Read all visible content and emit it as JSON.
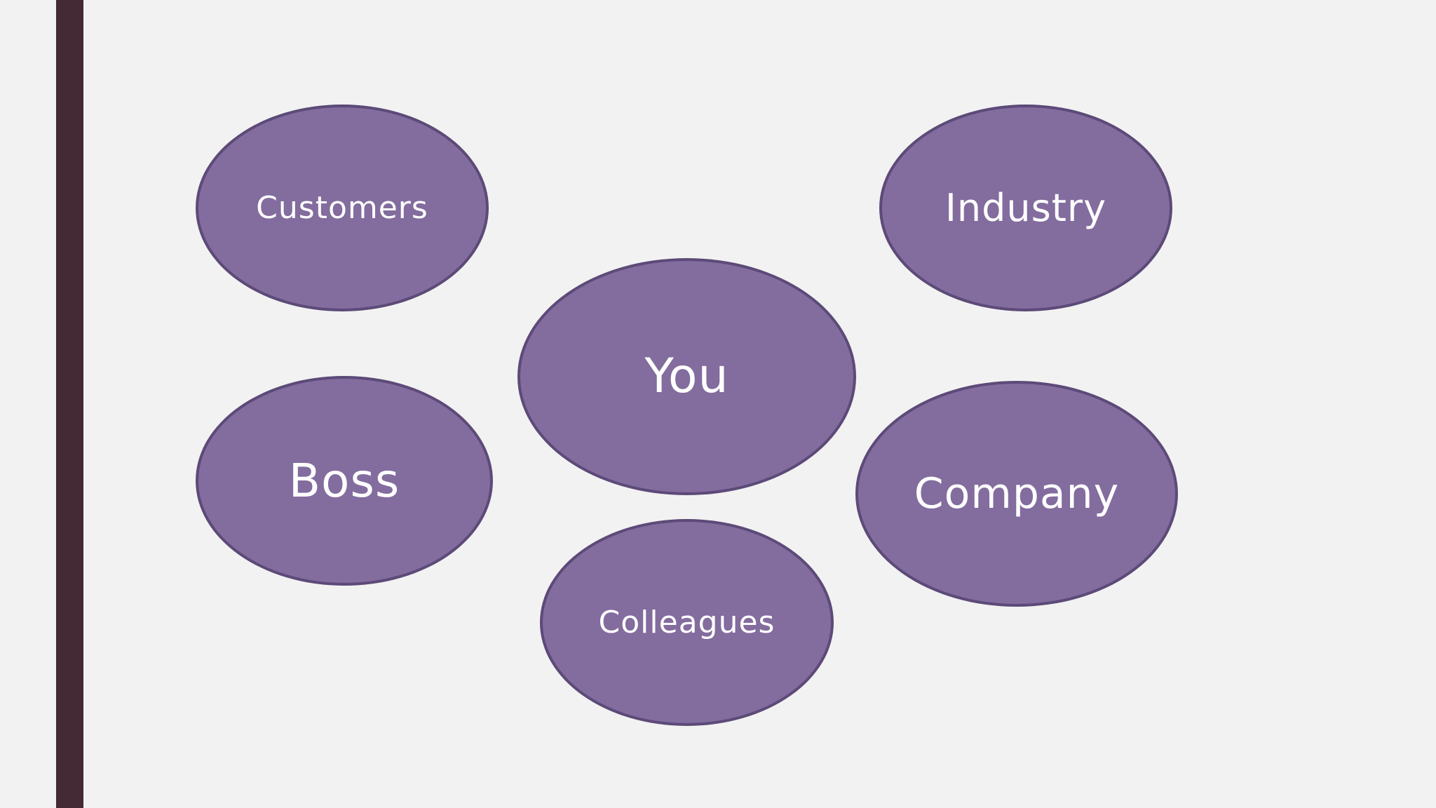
{
  "colors": {
    "background": "#f2f2f2",
    "accent_bar": "#432a35",
    "bubble_fill": "#836c9e",
    "bubble_border": "#5c4a78",
    "bubble_text": "#ffffff"
  },
  "diagram": {
    "center": {
      "label": "You"
    },
    "nodes": {
      "customers": {
        "label": "Customers"
      },
      "industry": {
        "label": "Industry"
      },
      "boss": {
        "label": "Boss"
      },
      "company": {
        "label": "Company"
      },
      "colleagues": {
        "label": "Colleagues"
      }
    }
  }
}
